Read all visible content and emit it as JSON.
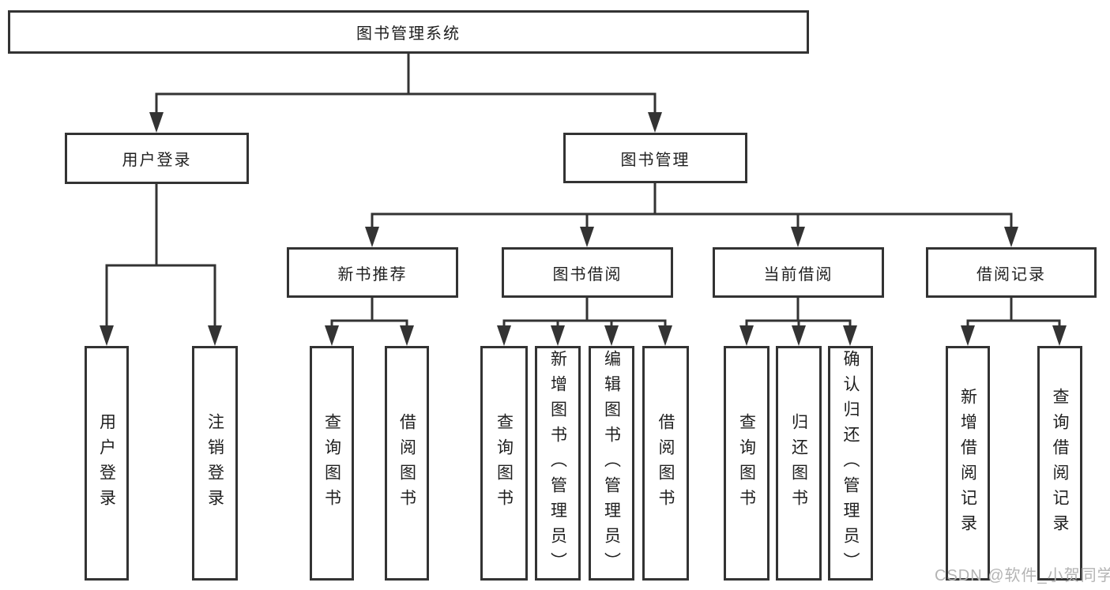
{
  "colors": {
    "line": "#333333",
    "text": "#1f1f1f",
    "watermark": "#b4b4b4"
  },
  "tree": {
    "root": "图书管理系统",
    "user_login": "用户登录",
    "book_mgmt": "图书管理",
    "new_books": "新书推荐",
    "book_borrow": "图书借阅",
    "current_borrow": "当前借阅",
    "borrow_records": "借阅记录",
    "leaf_user_login": "用户登录",
    "leaf_logout": "注销登录",
    "leaf_nb_query": "查询图书",
    "leaf_nb_borrow": "借阅图书",
    "leaf_bb_query": "查询图书",
    "leaf_bb_add": "新增图书（管理员）",
    "leaf_bb_edit": "编辑图书（管理员）",
    "leaf_bb_borrow": "借阅图书",
    "leaf_cb_query": "查询图书",
    "leaf_cb_return": "归还图书",
    "leaf_cb_confirm": "确认归还（管理员）",
    "leaf_br_add": "新增借阅记录",
    "leaf_br_query": "查询借阅记录"
  },
  "watermark": "CSDN @软件_小贺同学"
}
